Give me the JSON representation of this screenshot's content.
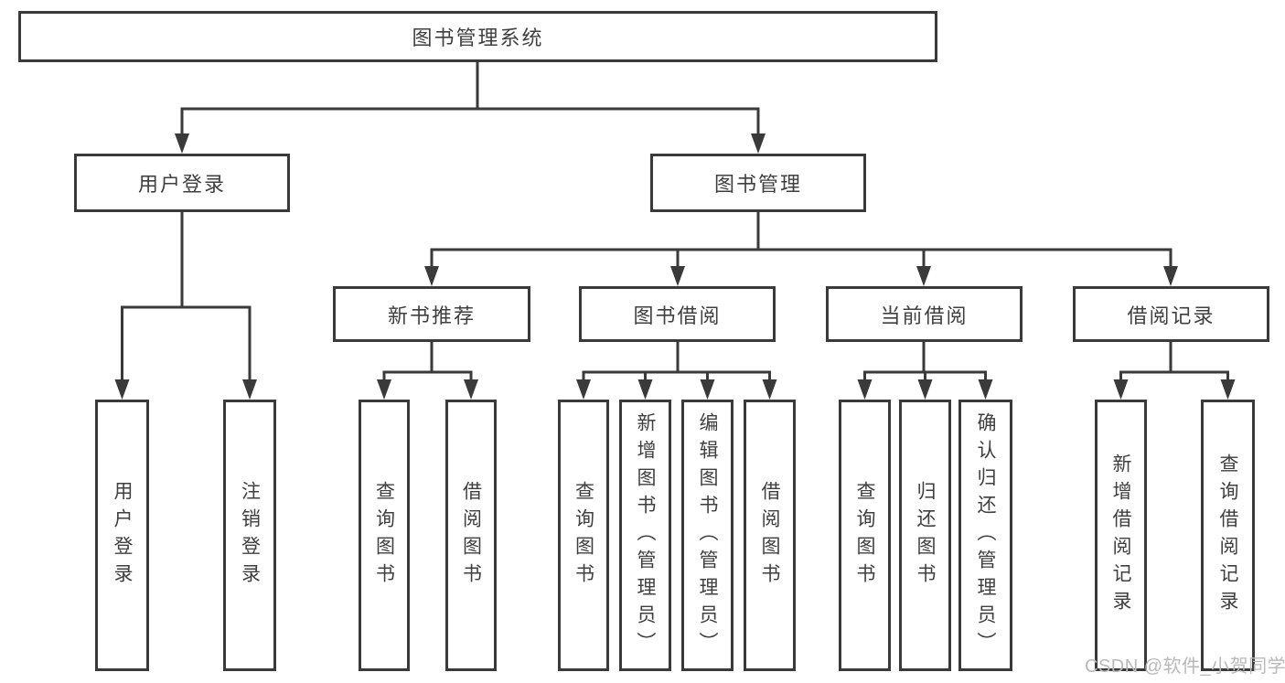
{
  "nodes": {
    "root": "图书管理系统",
    "user_login": "用户登录",
    "book_mgmt": "图书管理",
    "new_book_rec": "新书推荐",
    "book_borrow": "图书借阅",
    "current_borrow": "当前借阅",
    "borrow_records": "借阅记录",
    "leaves_user_login": [
      "用户登录",
      "注销登录"
    ],
    "leaves_new_book": [
      "查询图书",
      "借阅图书"
    ],
    "leaves_book_borrow": [
      "查询图书",
      "新增图书（管理员）",
      "编辑图书（管理员）",
      "借阅图书"
    ],
    "leaves_current_borrow": [
      "查询图书",
      "归还图书",
      "确认归还（管理员）"
    ],
    "leaves_borrow_records": [
      "新增借阅记录",
      "查询借阅记录"
    ]
  },
  "watermark": "CSDN @软件_小贺同学",
  "colors": {
    "line": "#3a3a3a",
    "text": "#3f3f3f",
    "watermark": "#b9b9b9",
    "background": "#ffffff"
  }
}
